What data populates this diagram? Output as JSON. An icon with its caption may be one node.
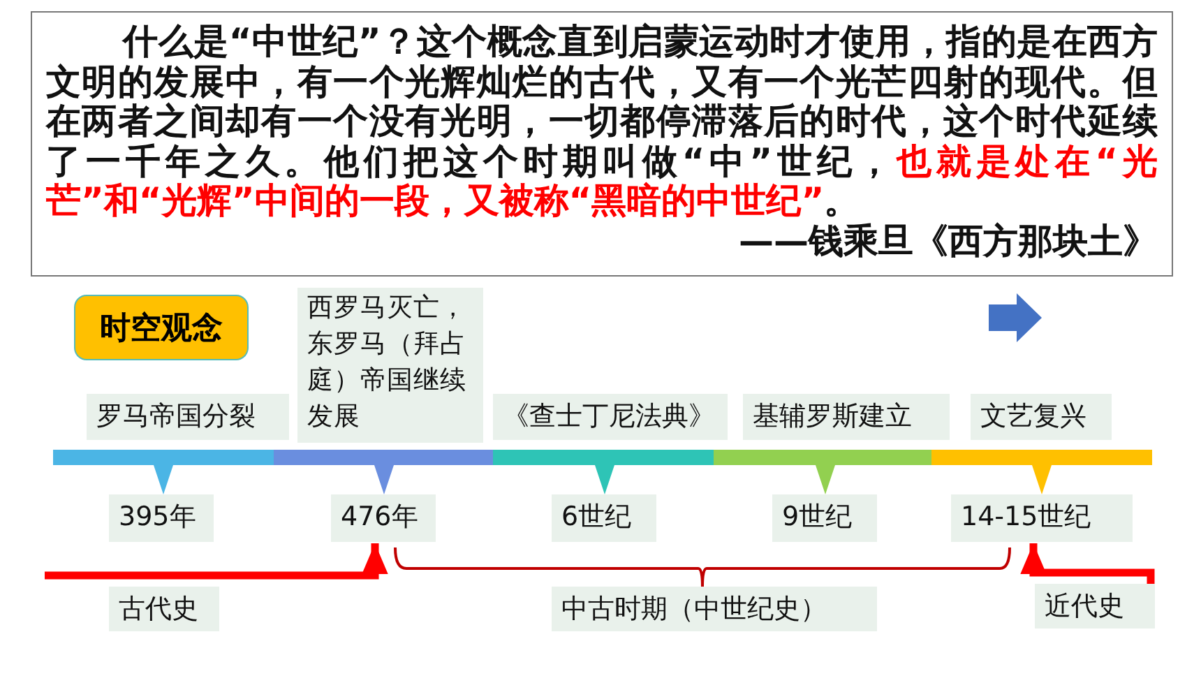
{
  "diagram": {
    "nodes": [
      {
        "text": [
          "什么是“中世纪”？这个概念直到启蒙运动时才使用，指的是在西方文明的发展中，有一个光辉灿烂的古代，又有一个光芒四射的现代。但在两者之间却有一个没有光明，一切都停滞落后的时代，这个时代延续了一千年之久。他们把这个时期叫做“中”世纪，**也就是处在“光芒”和“光辉”中间的一段，又被称“黑暗的中世纪”**。",
          "——钱乘旦《西方那块土》"
        ]
      },
      {
        "text": [
          "时空观念"
        ]
      },
      {
        "text": [
          "罗马帝国分裂"
        ]
      },
      {
        "text": [
          "西罗马灭亡，东罗马（拜占庭）帝国继续发展"
        ]
      },
      {
        "text": [
          "《查士丁尼法典》"
        ]
      },
      {
        "text": [
          "基辅罗斯建立"
        ]
      },
      {
        "text": [
          "文艺复兴"
        ]
      },
      {
        "text": [
          "395年"
        ]
      },
      {
        "text": [
          "476年"
        ]
      },
      {
        "text": [
          "6世纪"
        ]
      },
      {
        "text": [
          "9世纪"
        ]
      },
      {
        "text": [
          "14-15世纪"
        ]
      },
      {
        "text": [
          "古代史"
        ]
      },
      {
        "text": [
          "中古时期（中世纪史）"
        ]
      },
      {
        "text": [
          "近代史"
        ]
      }
    ],
    "edges": [
      {
        "from": null,
        "to": 8,
        "arrow": "to"
      },
      {
        "from": 14,
        "to": 11,
        "arrow": "to"
      },
      {
        "from": 2,
        "to": 7,
        "arrow": "to",
        "color": "#4bb5e5"
      },
      {
        "from": 3,
        "to": 8,
        "arrow": "to",
        "color": "#6a8edf"
      },
      {
        "from": 4,
        "to": 9,
        "arrow": "to",
        "color": "#2ec4b6"
      },
      {
        "from": 5,
        "to": 10,
        "arrow": "to",
        "color": "#92d050"
      },
      {
        "from": 6,
        "to": 11,
        "arrow": "to",
        "color": "#ffc000"
      }
    ]
  }
}
